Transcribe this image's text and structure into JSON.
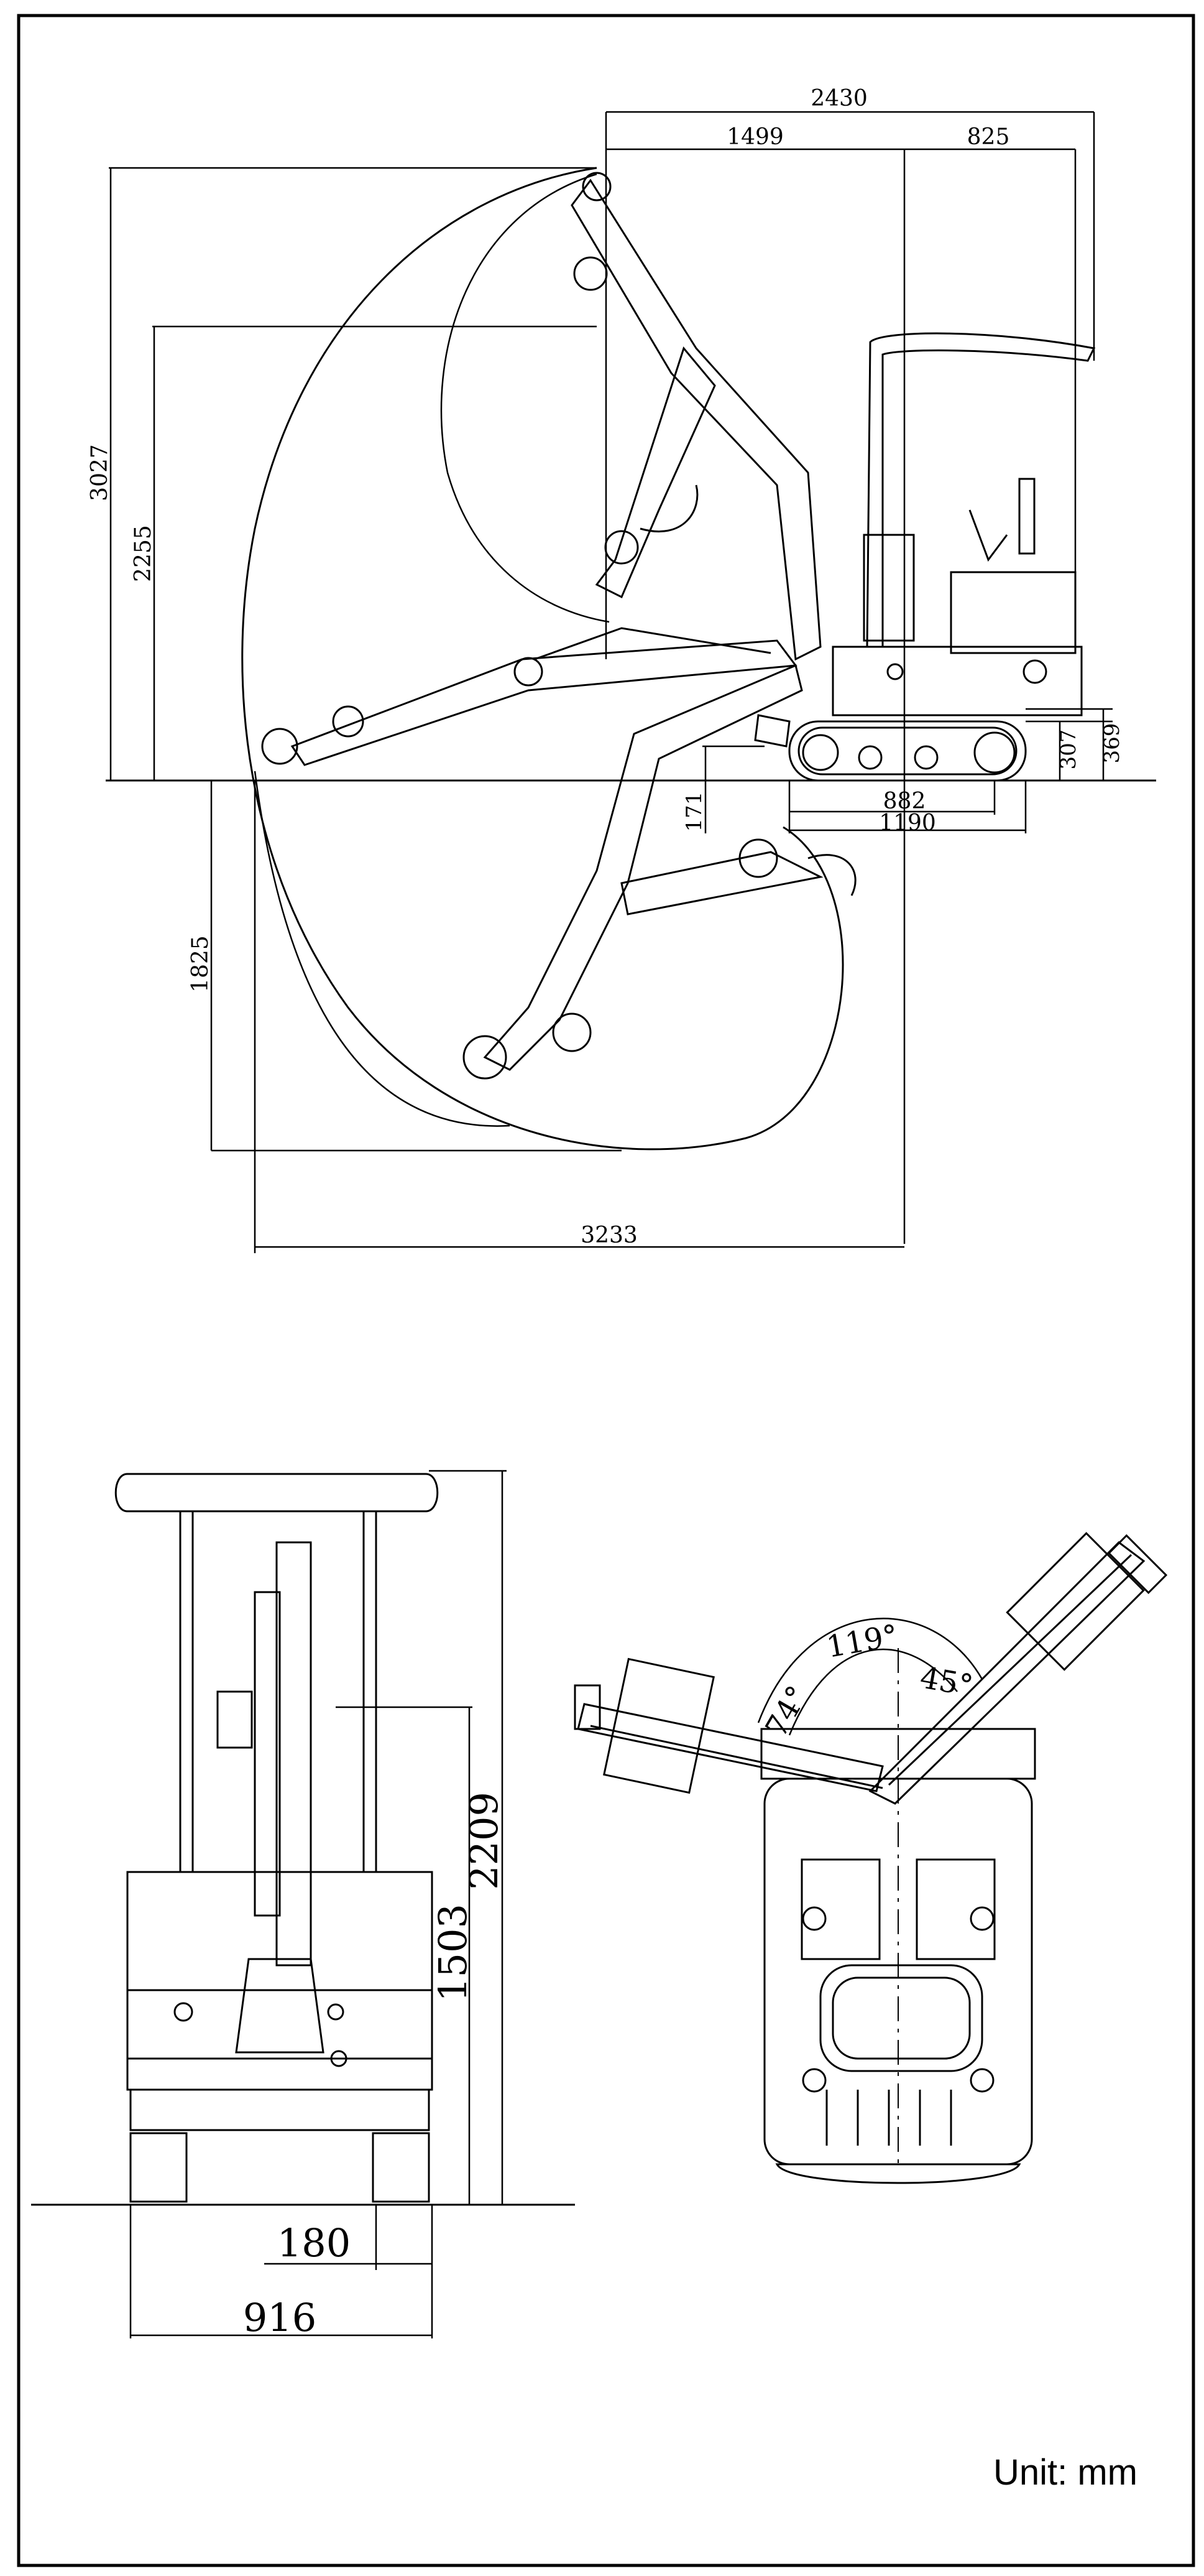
{
  "side_view": {
    "dimensions": {
      "top_total": "2430",
      "top_left": "1499",
      "top_right": "825",
      "max_height": "3027",
      "dump_height": "2255",
      "dig_depth": "1825",
      "reach": "3233",
      "blade_lift": "171",
      "track_height": "307",
      "body_clearance": "369",
      "track_inner": "882",
      "track_length": "1190"
    }
  },
  "front_view": {
    "dimensions": {
      "total_height": "2209",
      "engine_height": "1503",
      "track_width": "180",
      "overall_width": "916"
    }
  },
  "top_view": {
    "angles": {
      "right_swing": "45°",
      "left_swing": "74°",
      "total_swing": "119°"
    }
  },
  "unit_label": "Unit: mm"
}
